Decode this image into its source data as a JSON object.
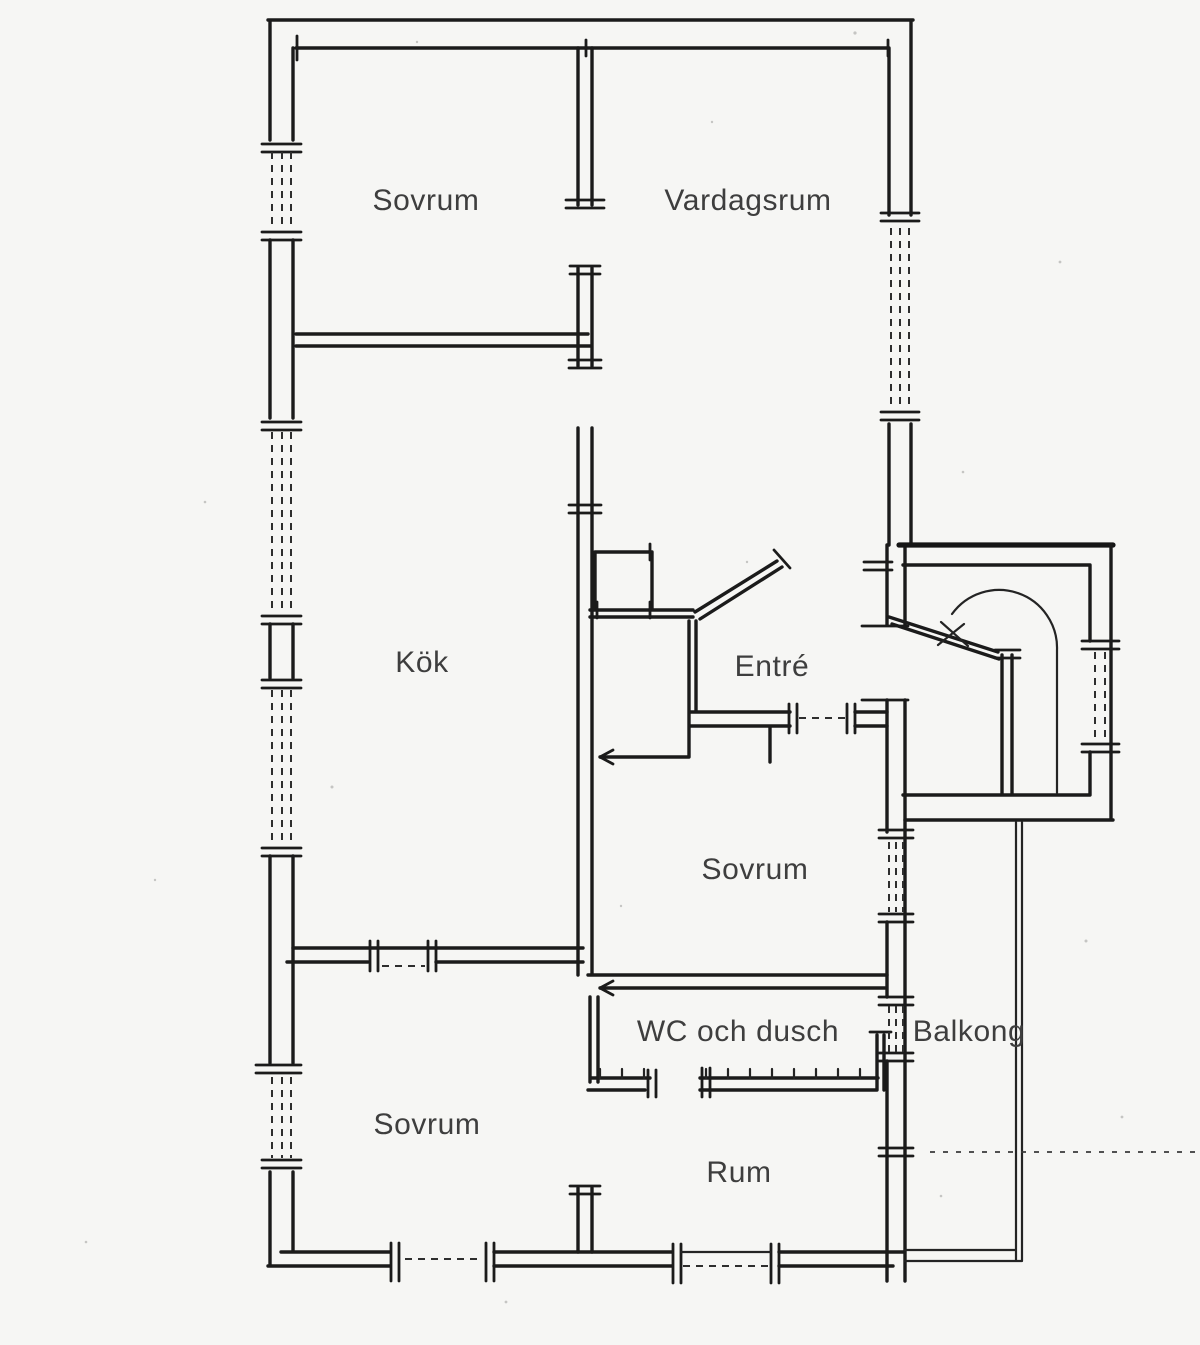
{
  "document": {
    "kind": "scanned floor plan",
    "language": "Swedish"
  },
  "colors": {
    "ink": "#1b1b1b",
    "label_text": "#3e3e3e",
    "paper": "#f6f6f4"
  },
  "rooms": [
    {
      "id": "sovrum-top-left",
      "label": "Sovrum"
    },
    {
      "id": "vardagsrum",
      "label": "Vardagsrum"
    },
    {
      "id": "kok",
      "label": "Kök"
    },
    {
      "id": "entre",
      "label": "Entré"
    },
    {
      "id": "sovrum-middle",
      "label": "Sovrum"
    },
    {
      "id": "wc-och-dusch",
      "label": "WC och dusch"
    },
    {
      "id": "balkong",
      "label": "Balkong"
    },
    {
      "id": "sovrum-bottom-left",
      "label": "Sovrum"
    },
    {
      "id": "rum",
      "label": "Rum"
    }
  ]
}
